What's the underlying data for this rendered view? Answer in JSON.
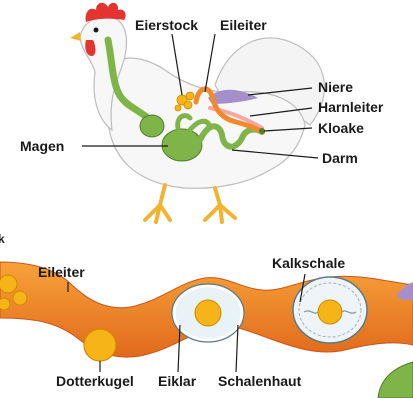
{
  "upper_diagram": {
    "labels": {
      "eierstock": "Eierstock",
      "eileiter": "Eileiter",
      "niere": "Niere",
      "harnleiter": "Harnleiter",
      "kloake": "Kloake",
      "darm": "Darm",
      "magen": "Magen"
    }
  },
  "lower_diagram": {
    "edge_label": "k",
    "labels": {
      "eileiter": "Eileiter",
      "kalkschale": "Kalkschale",
      "dotterkugel": "Dotterkugel",
      "eiklar": "Eiklar",
      "schalenhaut": "Schalenhaut"
    }
  },
  "colors": {
    "digestive": "#7fb548",
    "oviduct": "#f08a2c",
    "kidney": "#a48fc8",
    "yolk": "#f6b418",
    "albumen": "#e9f2f7",
    "comb": "#e3342f"
  }
}
